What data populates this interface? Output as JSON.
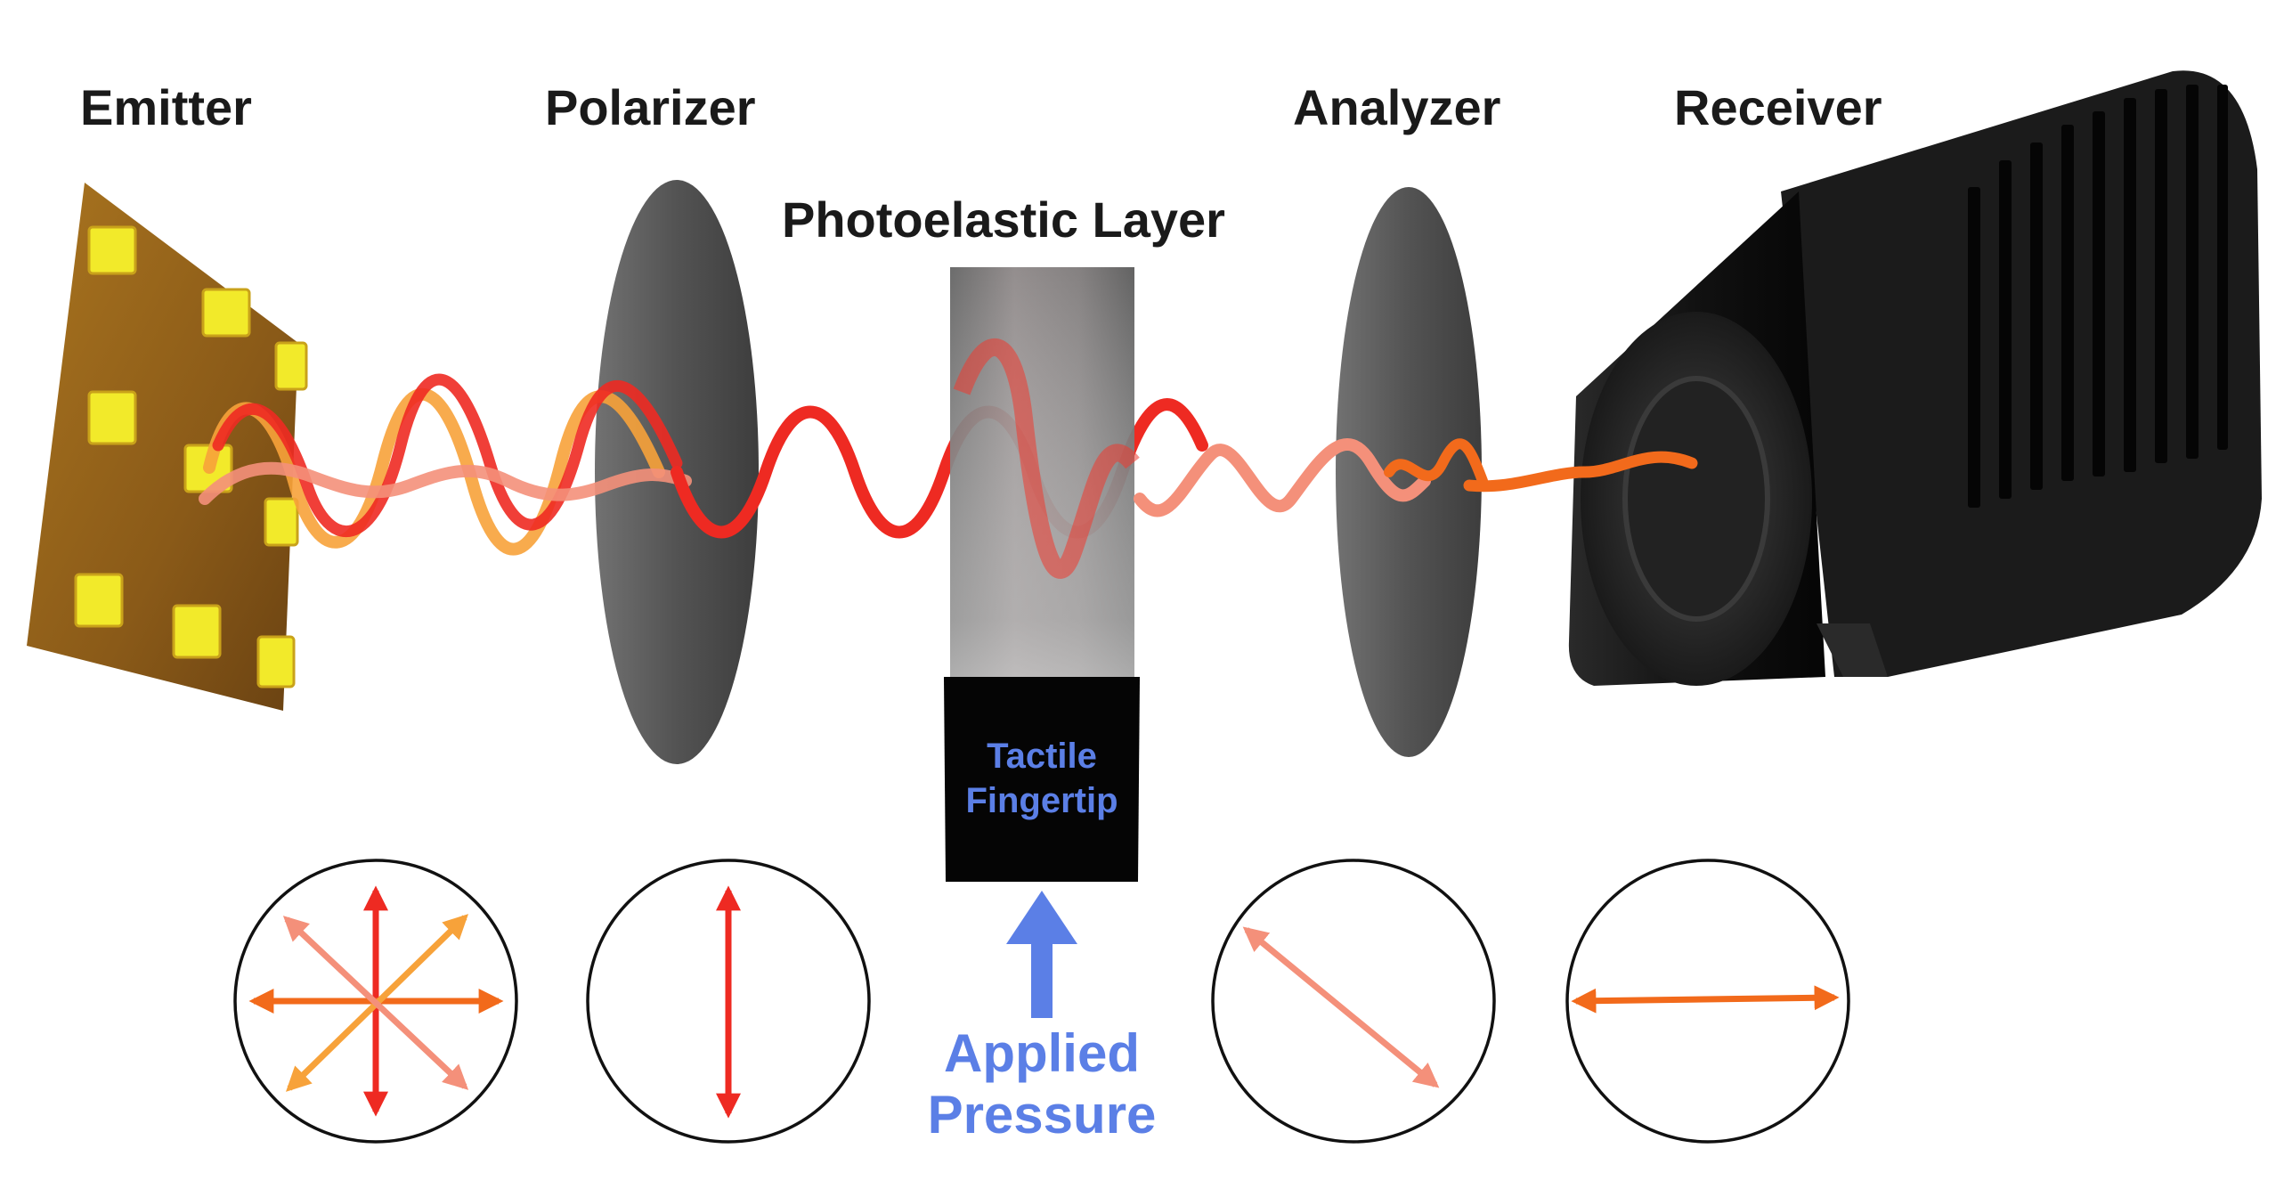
{
  "labels": {
    "emitter": "Emitter",
    "polarizer": "Polarizer",
    "photoelastic": "Photoelastic Layer",
    "analyzer": "Analyzer",
    "receiver": "Receiver",
    "tactile_line1": "Tactile",
    "tactile_line2": "Fingertip",
    "pressure_line1": "Applied",
    "pressure_line2": "Pressure"
  },
  "colors": {
    "red": "#ee2a22",
    "orange": "#f26a1b",
    "light_orange": "#f7a23a",
    "salmon": "#f4907a",
    "pressure_blue": "#5b7fe6",
    "emitter_board": "#8a5a18",
    "led_yellow": "#f2ea2a",
    "disk_gray": "#4a4a4a",
    "receiver_black": "#141414"
  },
  "polarization_states": [
    {
      "name": "emitter-state",
      "directions": [
        "vertical",
        "horizontal",
        "diagonal-ascending",
        "diagonal-descending"
      ]
    },
    {
      "name": "polarizer-state",
      "directions": [
        "vertical"
      ]
    },
    {
      "name": "analyzer-state",
      "directions": [
        "diagonal-descending"
      ]
    },
    {
      "name": "receiver-state",
      "directions": [
        "horizontal"
      ]
    }
  ]
}
